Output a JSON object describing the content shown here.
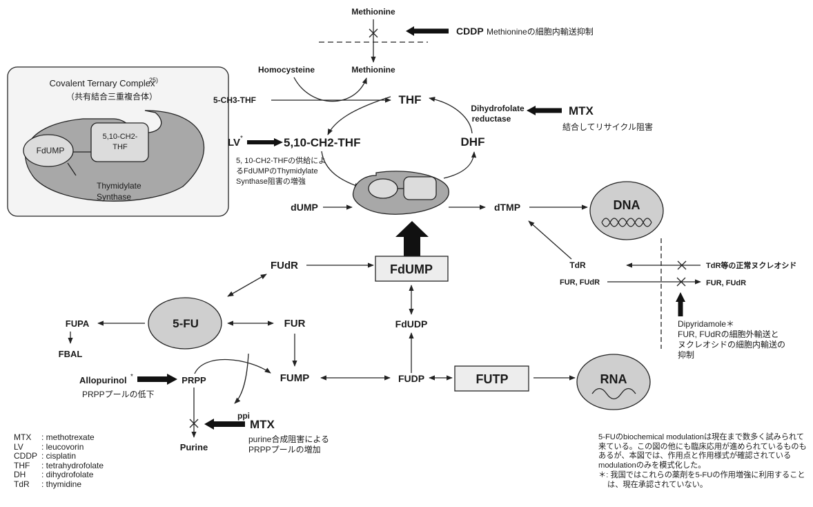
{
  "title": "5-FUのbiochemical modulation",
  "inset": {
    "title": "Covalent Ternary Complex",
    "title_sup": "25)",
    "subtitle": "（共有結合三重複合体）",
    "fdump": "FdUMP",
    "ch2_line1": "5,10-CH2-",
    "ch2_line2": "THF",
    "ts_line1": "Thymidylate",
    "ts_line2": "Synthase"
  },
  "nodes": {
    "methionine_top": "Methionine",
    "methionine": "Methionine",
    "homocysteine": "Homocysteine",
    "ch3_thf": "5-CH3-THF",
    "thf": "THF",
    "ch2_thf": "5,10-CH2-THF",
    "dhf": "DHF",
    "dhf_reductase_1": "Dihydrofolate",
    "dhf_reductase_2": "reductase",
    "dump": "dUMP",
    "dtmp": "dTMP",
    "dna": "DNA",
    "fudr": "FUdR",
    "fdump": "FdUMP",
    "fu": "5-FU",
    "fur": "FUR",
    "fupa": "FUPA",
    "fbal": "FBAL",
    "fudp_top": "FdUDP",
    "prpp": "PRPP",
    "fump": "FUMP",
    "fudp": "FUDP",
    "futp": "FUTP",
    "rna": "RNA",
    "ppi": "ppi",
    "purine": "Purine",
    "tdr": "TdR",
    "tdr_normal": "TdR等の正常ヌクレオシド",
    "fur_fudr_left": "FUR, FUdR",
    "fur_fudr_right": "FUR, FUdR"
  },
  "drugs": {
    "cddp": "CDDP",
    "cddp_note": "Methionineの細胞内輸送抑制",
    "mtx1": "MTX",
    "mtx1_note": "結合してリサイクル阻害",
    "lv": "LV",
    "lv_star": "*",
    "lv_note_1": "5, 10-CH2-THFの供給によ",
    "lv_note_2": "るFdUMPのThymidylate",
    "lv_note_3": "Synthase阻害の増強",
    "allopurinol": "Allopurinol",
    "allopurinol_star": "*",
    "allopurinol_note": "PRPPプールの低下",
    "mtx2": "MTX",
    "mtx2_note_1": "purine合成阻害による",
    "mtx2_note_2": "PRPPプールの増加",
    "dipyridamole": "Dipyridamole＊",
    "dipyridamole_note_1": "FUR, FUdRの細胞外輸送と",
    "dipyridamole_note_2": "ヌクレオシドの細胞内輸送の",
    "dipyridamole_note_3": "抑制"
  },
  "abbreviations": [
    {
      "abbr": "MTX",
      "def": ": methotrexate"
    },
    {
      "abbr": "LV",
      "def": ": leucovorin"
    },
    {
      "abbr": "CDDP",
      "def": ": cisplatin"
    },
    {
      "abbr": "THF",
      "def": ": tetrahydrofolate"
    },
    {
      "abbr": "DH",
      "def": ": dihydrofolate"
    },
    {
      "abbr": "TdR",
      "def": ": thymidine"
    }
  ],
  "note": {
    "body": "5-FUのbiochemical modulationは現在まで数多く試みられて来ている。この図の他にも臨床応用が進められているものもあるが、本図では、作用点と作用様式が確認されているmodulationのみを模式化した。",
    "star": "＊: 我国ではこれらの薬剤を5-FUの作用増強に利用することは、現在承認されていない。"
  },
  "colors": {
    "ellipse_fill": "#cfcfcf",
    "enzyme_fill": "#a8a8a8",
    "box_fill": "#ededed",
    "panel_fill": "#f4f4f4",
    "line": "#222222"
  }
}
